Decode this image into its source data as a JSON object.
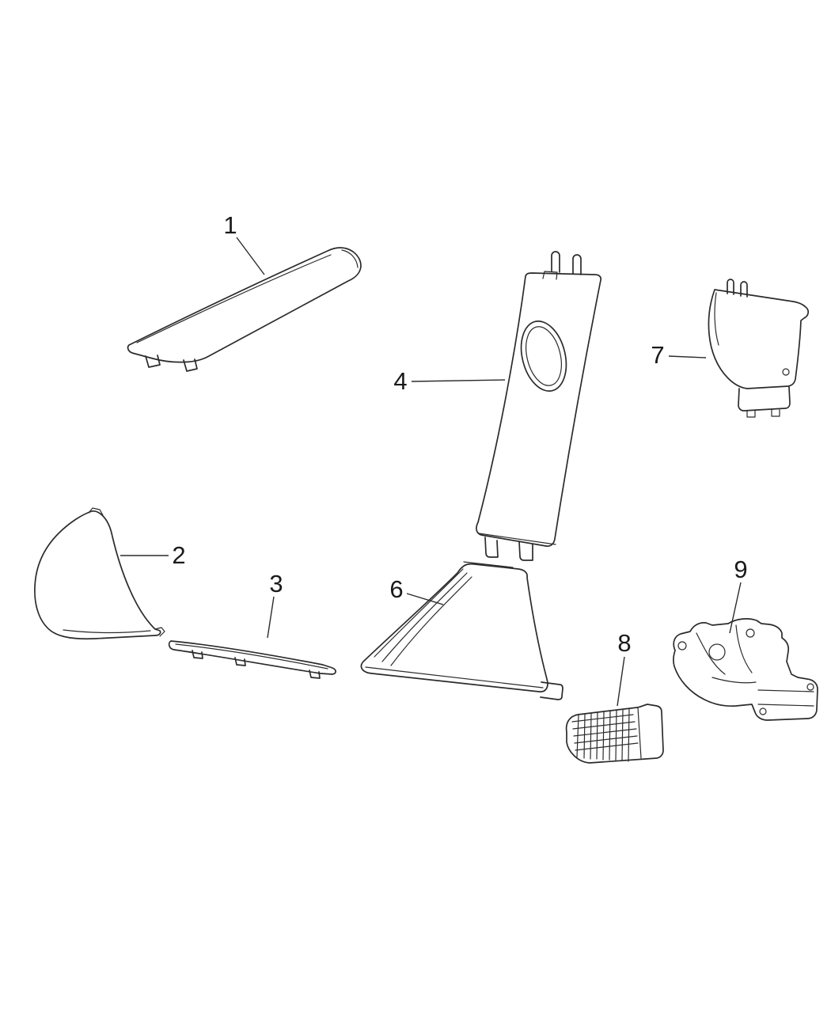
{
  "diagram": {
    "background": "#ffffff",
    "line_color": "#2b2b2b",
    "label_color": "#1a1a1a",
    "callouts": [
      {
        "label": "1"
      },
      {
        "label": "2"
      },
      {
        "label": "3"
      },
      {
        "label": "4"
      },
      {
        "label": "6"
      },
      {
        "label": "7"
      },
      {
        "label": "8"
      },
      {
        "label": "9"
      }
    ]
  }
}
